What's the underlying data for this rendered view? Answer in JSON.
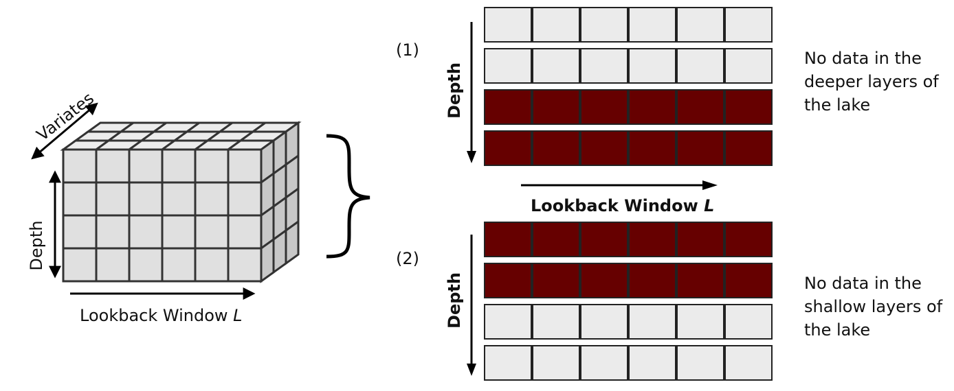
{
  "colors": {
    "empty": "#ebebeb",
    "filled": "#660000",
    "cube_face": "#e0e0e0",
    "cube_line": "#333333"
  },
  "cube": {
    "variates_label": "Variates",
    "depth_label": "Depth",
    "lookback_label": "Lookback Window",
    "lookback_symbol": "L"
  },
  "panel1": {
    "index": "(1)",
    "depth_label": "Depth",
    "rows": [
      "empty",
      "empty",
      "filled",
      "filled"
    ],
    "columns": 6,
    "note_lines": [
      "No data in the",
      "deeper layers of",
      "the lake"
    ]
  },
  "shared_axis": {
    "lookback_label": "Lookback Window",
    "lookback_symbol": "L"
  },
  "panel2": {
    "index": "(2)",
    "depth_label": "Depth",
    "rows": [
      "filled",
      "filled",
      "empty",
      "empty"
    ],
    "columns": 6,
    "note_lines": [
      "No data in the",
      "shallow layers of",
      "the lake"
    ]
  }
}
